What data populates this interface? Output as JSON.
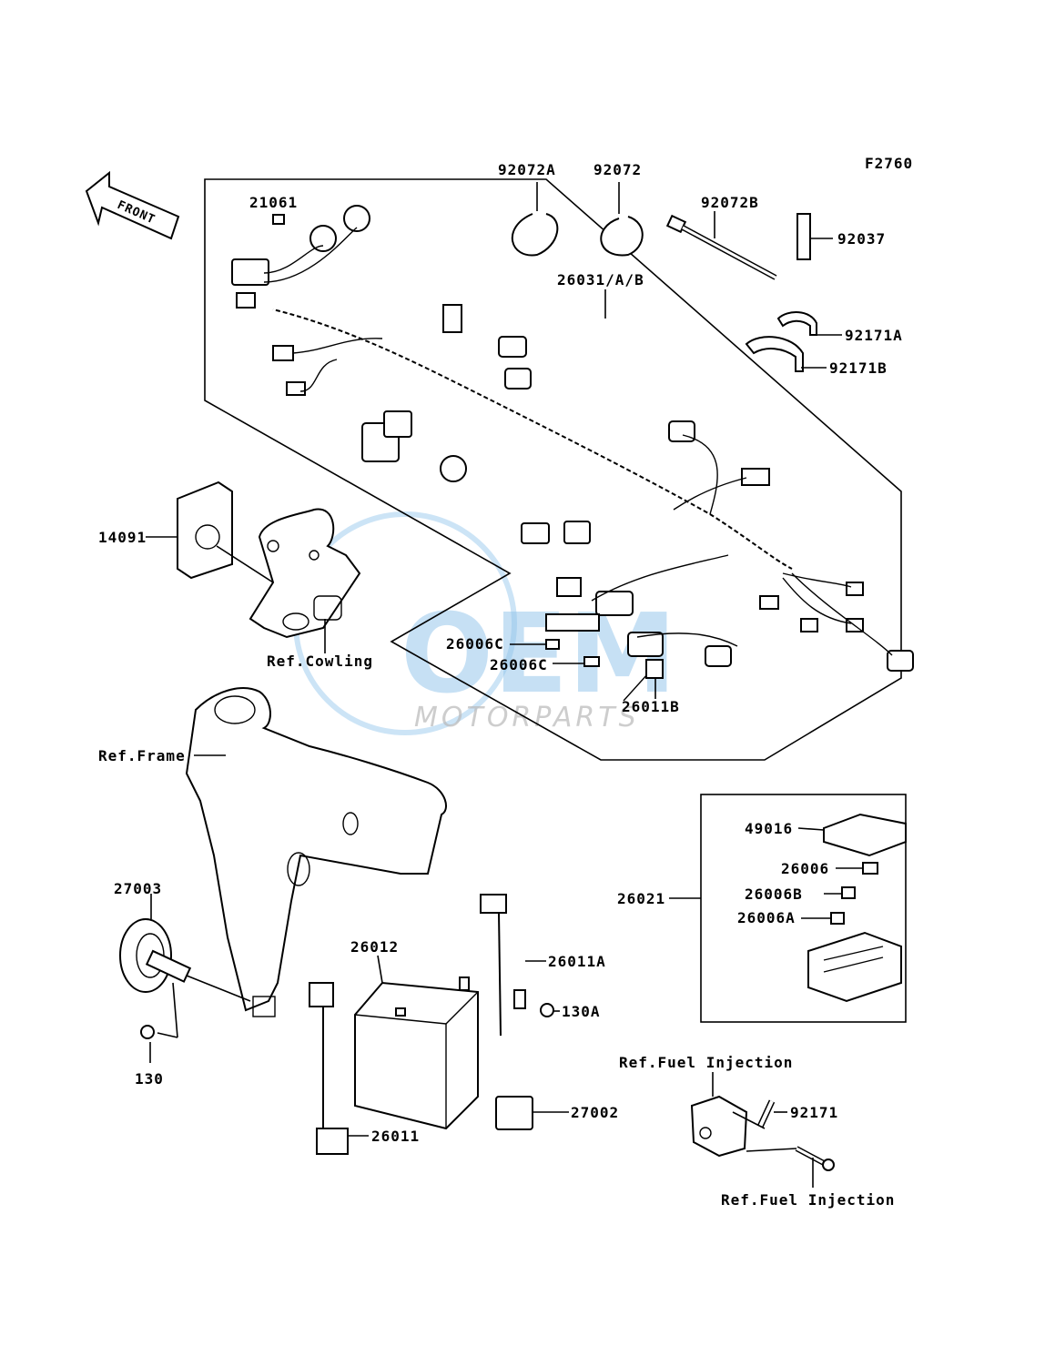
{
  "figure_code": "F2760",
  "front_arrow": {
    "label": "FRONT"
  },
  "watermark": {
    "brand": "OEM",
    "sub": "MOTORPARTS"
  },
  "labels": {
    "p92072A": "92072A",
    "p92072": "92072",
    "p92072B": "92072B",
    "p92037": "92037",
    "p21061": "21061",
    "p26031": "26031/A/B",
    "p92171A": "92171A",
    "p92171B": "92171B",
    "p14091": "14091",
    "ref_cowling": "Ref.Cowling",
    "p26006C_1": "26006C",
    "p26006C_2": "26006C",
    "p26011B": "26011B",
    "ref_frame": "Ref.Frame",
    "p49016": "49016",
    "p26006": "26006",
    "p26006B": "26006B",
    "p26006A": "26006A",
    "p26021": "26021",
    "p27003": "27003",
    "p26012": "26012",
    "p26011A": "26011A",
    "p130A": "130A",
    "p130": "130",
    "p27002": "27002",
    "p26011": "26011",
    "ref_fuel_injection_1": "Ref.Fuel Injection",
    "p92171": "92171",
    "ref_fuel_injection_2": "Ref.Fuel Injection"
  },
  "colors": {
    "ink": "#000000",
    "watermark_blue": "#8fc3ea",
    "watermark_gray": "#b9b9b9"
  }
}
